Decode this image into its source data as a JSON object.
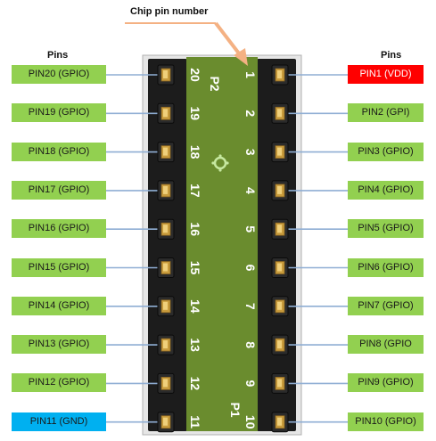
{
  "header": {
    "chip_pin_number": "Chip pin number",
    "pins_left": "Pins",
    "pins_right": "Pins"
  },
  "board": {
    "left_name": "P2",
    "right_name": "P1",
    "board_color": "#6a8c2e",
    "frame_color": "#e6e6e6"
  },
  "left_pins": [
    {
      "label": "PIN20 (GPIO)",
      "number": "20",
      "color": "#92d050"
    },
    {
      "label": "PIN19 (GPIO)",
      "number": "19",
      "color": "#92d050"
    },
    {
      "label": "PIN18 (GPIO)",
      "number": "18",
      "color": "#92d050"
    },
    {
      "label": "PIN17 (GPIO)",
      "number": "17",
      "color": "#92d050"
    },
    {
      "label": "PIN16 (GPIO)",
      "number": "16",
      "color": "#92d050"
    },
    {
      "label": "PIN15 (GPIO)",
      "number": "15",
      "color": "#92d050"
    },
    {
      "label": "PIN14 (GPIO)",
      "number": "14",
      "color": "#92d050"
    },
    {
      "label": "PIN13 (GPIO)",
      "number": "13",
      "color": "#92d050"
    },
    {
      "label": "PIN12 (GPIO)",
      "number": "12",
      "color": "#92d050"
    },
    {
      "label": "PIN11 (GND)",
      "number": "11",
      "color": "#00b0f0"
    }
  ],
  "right_pins": [
    {
      "label": "PIN1 (VDD)",
      "number": "1",
      "color": "#ff0000"
    },
    {
      "label": "PIN2 (GPI)",
      "number": "2",
      "color": "#92d050"
    },
    {
      "label": "PIN3 (GPIO)",
      "number": "3",
      "color": "#92d050"
    },
    {
      "label": "PIN4 (GPIO)",
      "number": "4",
      "color": "#92d050"
    },
    {
      "label": "PIN5 (GPIO)",
      "number": "5",
      "color": "#92d050"
    },
    {
      "label": "PIN6 (GPIO)",
      "number": "6",
      "color": "#92d050"
    },
    {
      "label": "PIN7 (GPIO)",
      "number": "7",
      "color": "#92d050"
    },
    {
      "label": "PIN8 (GPIO",
      "number": "8",
      "color": "#92d050"
    },
    {
      "label": "PIN9 (GPIO)",
      "number": "9",
      "color": "#92d050"
    },
    {
      "label": "PIN10 (GPIO)",
      "number": "10",
      "color": "#92d050"
    }
  ]
}
